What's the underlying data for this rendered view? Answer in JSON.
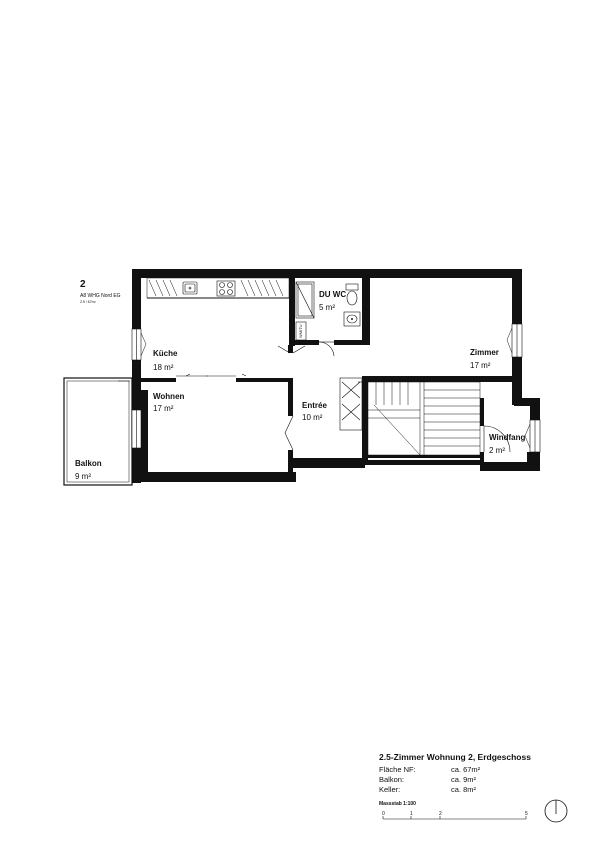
{
  "unit": {
    "number": "2",
    "label": "A8 WHG Nord EG",
    "sublabel": "2.5 / 67m²"
  },
  "rooms": {
    "kueche": {
      "name": "Küche",
      "area": "18 m²"
    },
    "wohnen": {
      "name": "Wohnen",
      "area": "17 m²"
    },
    "balkon": {
      "name": "Balkon",
      "area": "9 m²"
    },
    "du_wc": {
      "name": "DU WC",
      "area": "5 m²"
    },
    "entree": {
      "name": "Entrée",
      "area": "10 m²"
    },
    "zimmer": {
      "name": "Zimmer",
      "area": "17 m²"
    },
    "windfang": {
      "name": "Windfang",
      "area": "2 m²"
    }
  },
  "fixtures": {
    "washer_label": "WM/TU"
  },
  "title_block": {
    "title": "2.5-Zimmer Wohnung 2, Erdgeschoss",
    "rows": [
      {
        "label": "Fläche NF:",
        "value": "ca. 67m²"
      },
      {
        "label": "Balkon:",
        "value": "ca. 9m²"
      },
      {
        "label": "Keller:",
        "value": "ca. 8m²"
      }
    ],
    "scale_label": "Massstab 1:100",
    "scale_ticks": [
      "0",
      "1",
      "2",
      "5"
    ]
  }
}
